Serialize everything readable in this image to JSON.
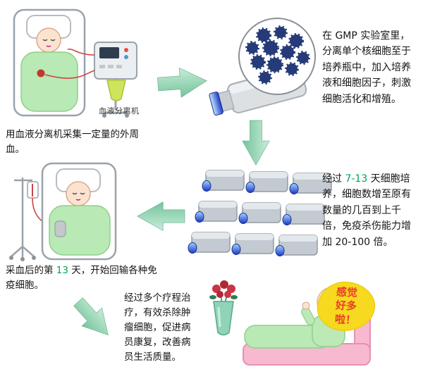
{
  "steps": {
    "collect": {
      "caption": "用血液分离机采集一定量的外周血。",
      "machine_label": "血液分离机"
    },
    "lab": {
      "text": "在 GMP 实验室里，分离单个核细胞至于培养瓶中，加入培养液和细胞因子，刺激细胞活化和增殖。"
    },
    "culture": {
      "t1": "经过 ",
      "highlight": "7-13",
      "t2": " 天细胞培养，细胞数增至原有数量的几百到上千倍，免疫杀伤能力增加 20-100 倍。"
    },
    "reinfuse": {
      "t1": "采血后的第 ",
      "highlight": "13",
      "t2": " 天，开始回输各种免疫细胞。"
    },
    "outcome": {
      "text": "经过多个疗程治疗，有效杀除肿瘤细胞，促进病员康复，改善病员生活质量。",
      "bubble": "感觉好多啦！"
    }
  },
  "colors": {
    "arrow_green_light": "#b8e6cc",
    "arrow_green_dark": "#7cc9a2",
    "highlight_green": "#00a651",
    "bubble_yellow": "#f7d91f",
    "bubble_text_red": "#e8402a",
    "blanket_green": "#b9e9b4",
    "flask_cap_blue": "#1c35c4",
    "bed_pink": "#f6b9d0",
    "cell_navy": "#253a78"
  }
}
